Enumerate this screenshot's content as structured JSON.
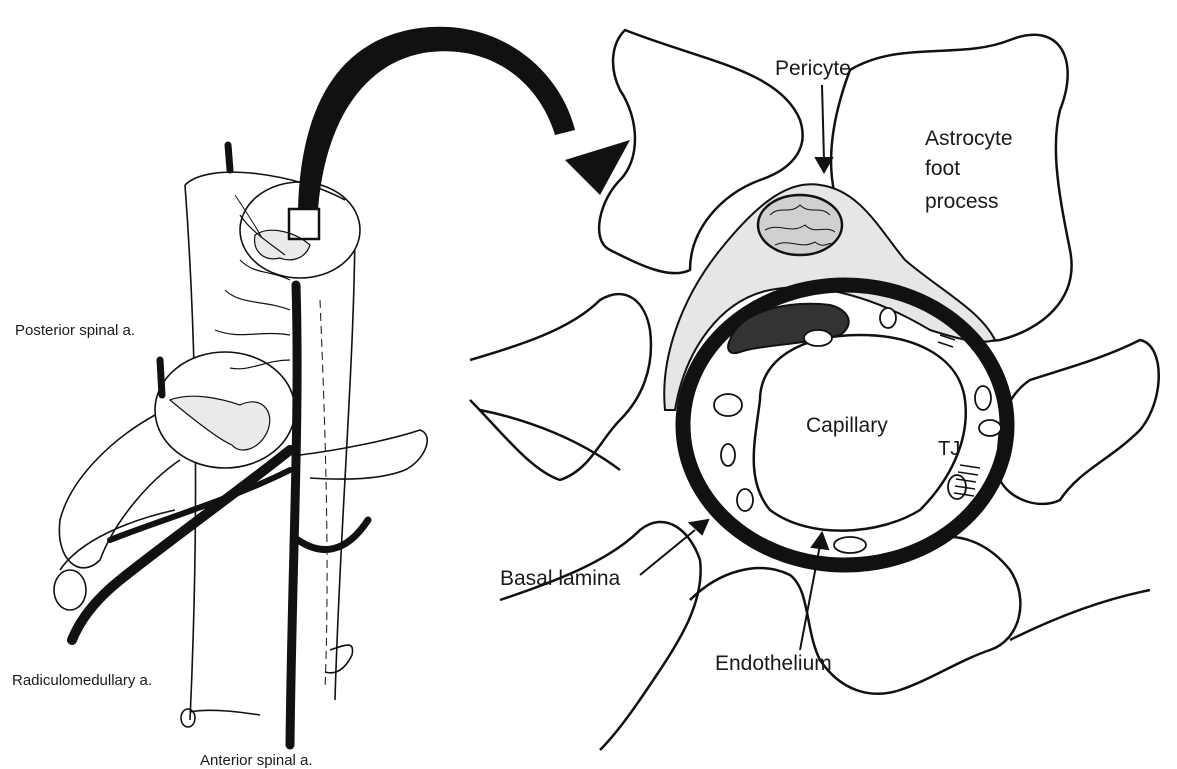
{
  "left_panel": {
    "labels": {
      "posterior_spinal": "Posterior spinal a.",
      "radiculomedullary": "Radiculomedullary a.",
      "anterior_spinal": "Anterior spinal a."
    }
  },
  "right_panel": {
    "labels": {
      "pericyte": "Pericyte",
      "astrocyte_line1": "Astrocyte",
      "astrocyte_line2": "foot",
      "astrocyte_line3": "process",
      "capillary": "Capillary",
      "tj": "TJ",
      "basal_lamina": "Basal lamina",
      "endothelium": "Endothelium"
    }
  },
  "colors": {
    "ink": "#111111",
    "pericyte_fill": "#e6e6e6",
    "background": "#ffffff"
  }
}
